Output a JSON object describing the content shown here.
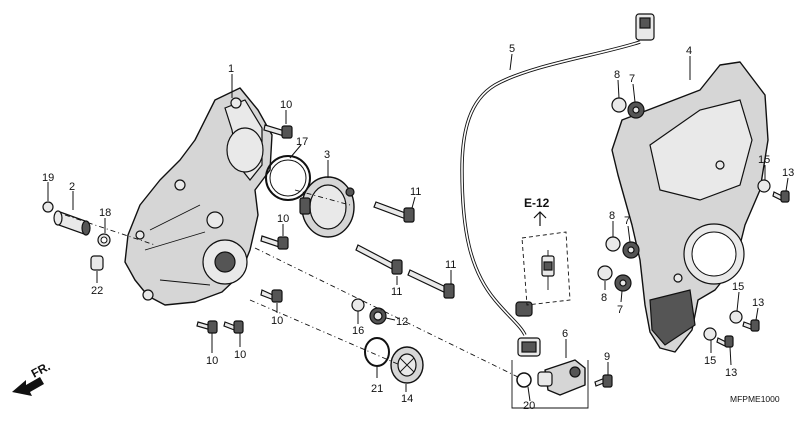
{
  "diagram": {
    "reference_label": "E-12",
    "direction_label": "FR.",
    "diagram_code": "MFPME1000",
    "callouts": [
      {
        "id": "c1",
        "text": "1"
      },
      {
        "id": "c2",
        "text": "2"
      },
      {
        "id": "c3",
        "text": "3"
      },
      {
        "id": "c4",
        "text": "4"
      },
      {
        "id": "c5",
        "text": "5"
      },
      {
        "id": "c6",
        "text": "6"
      },
      {
        "id": "c7a",
        "text": "7"
      },
      {
        "id": "c7b",
        "text": "7"
      },
      {
        "id": "c7c",
        "text": "7"
      },
      {
        "id": "c8a",
        "text": "8"
      },
      {
        "id": "c8b",
        "text": "8"
      },
      {
        "id": "c8c",
        "text": "8"
      },
      {
        "id": "c9",
        "text": "9"
      },
      {
        "id": "c10a",
        "text": "10"
      },
      {
        "id": "c10b",
        "text": "10"
      },
      {
        "id": "c10c",
        "text": "10"
      },
      {
        "id": "c10d",
        "text": "10"
      },
      {
        "id": "c10e",
        "text": "10"
      },
      {
        "id": "c11a",
        "text": "11"
      },
      {
        "id": "c11b",
        "text": "11"
      },
      {
        "id": "c11c",
        "text": "11"
      },
      {
        "id": "c12",
        "text": "12"
      },
      {
        "id": "c13a",
        "text": "13"
      },
      {
        "id": "c13b",
        "text": "13"
      },
      {
        "id": "c13c",
        "text": "13"
      },
      {
        "id": "c14",
        "text": "14"
      },
      {
        "id": "c15a",
        "text": "15"
      },
      {
        "id": "c15b",
        "text": "15"
      },
      {
        "id": "c15c",
        "text": "15"
      },
      {
        "id": "c16",
        "text": "16"
      },
      {
        "id": "c17",
        "text": "17"
      },
      {
        "id": "c18",
        "text": "18"
      },
      {
        "id": "c19",
        "text": "19"
      },
      {
        "id": "c20",
        "text": "20"
      },
      {
        "id": "c21",
        "text": "21"
      },
      {
        "id": "c22",
        "text": "22"
      }
    ]
  }
}
